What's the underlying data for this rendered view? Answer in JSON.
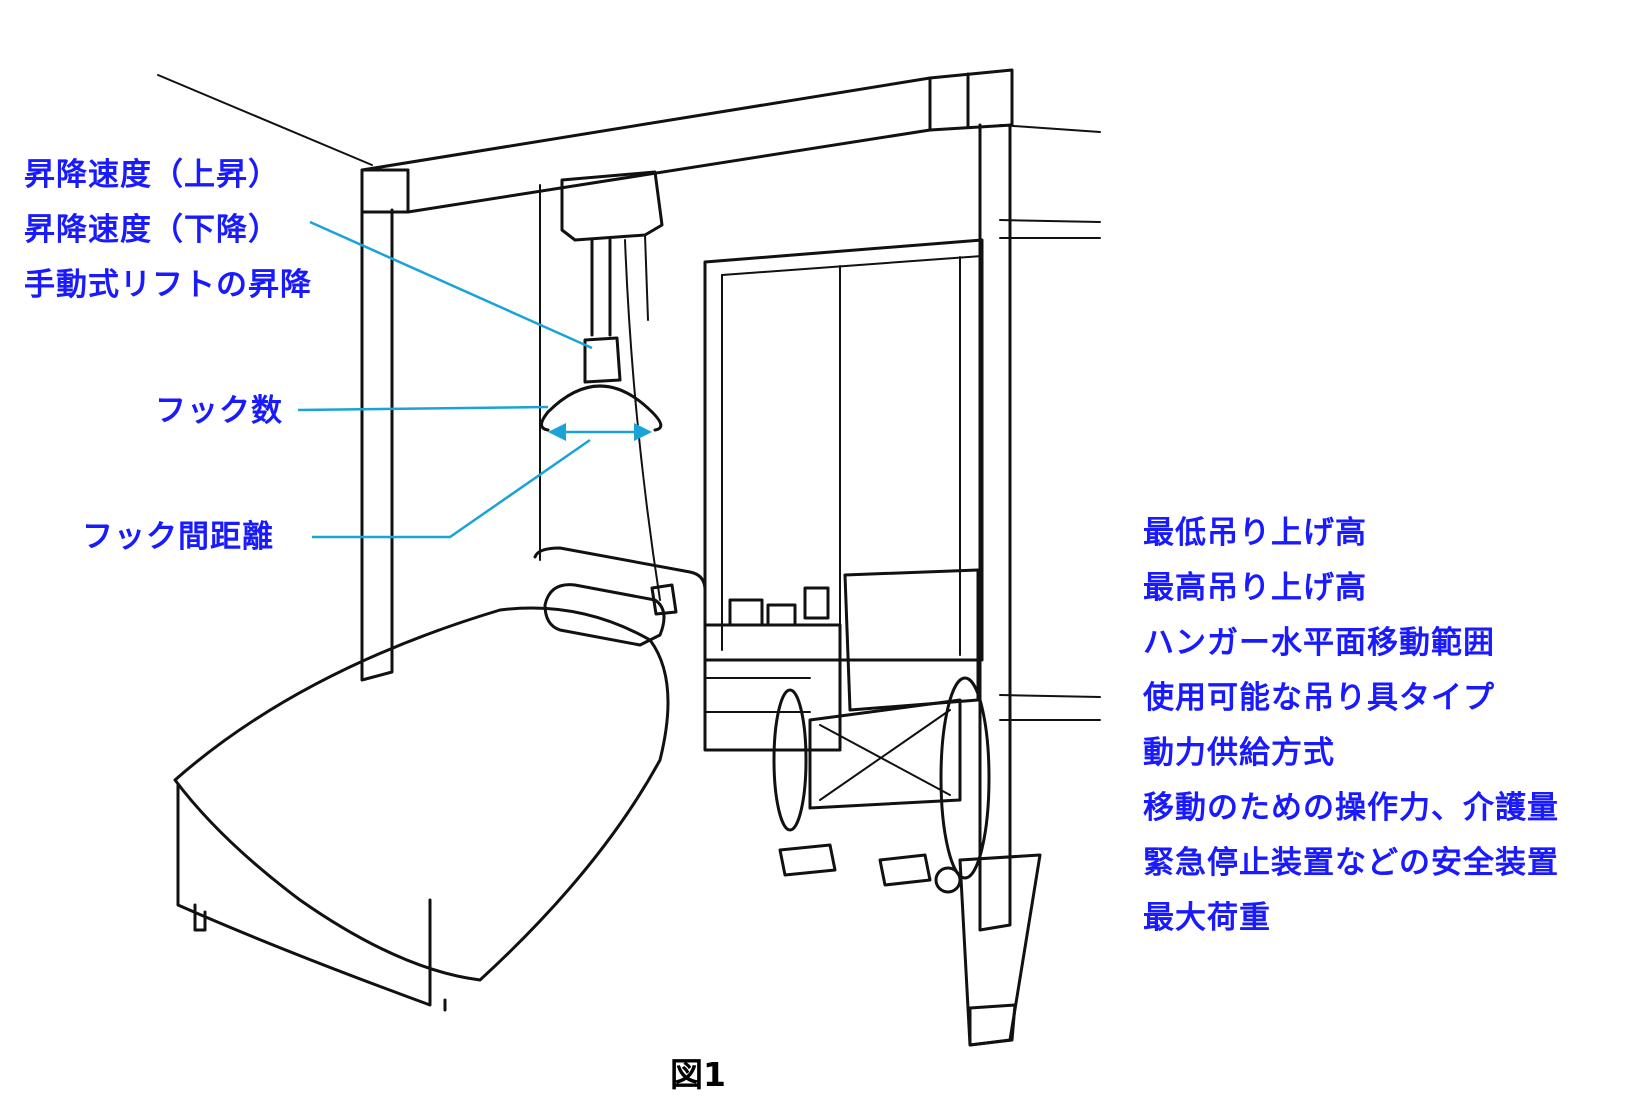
{
  "labels_left": {
    "speed_up": "昇降速度（上昇）",
    "speed_down": "昇降速度（下降）",
    "manual_lift": "手動式リフトの昇降",
    "hook_count": "フック数",
    "hook_distance": "フック間距離"
  },
  "labels_right": [
    "最低吊り上げ高",
    "最高吊り上げ高",
    "ハンガー水平面移動範囲",
    "使用可能な吊り具タイプ",
    "動力供給方式",
    "移動のための操作力、介護量",
    "緊急停止装置などの安全装置",
    "最大荷重"
  ],
  "caption": "図1",
  "colors": {
    "label": "#1a1aff",
    "leader": "#1aa3d6",
    "ink": "#111111"
  }
}
